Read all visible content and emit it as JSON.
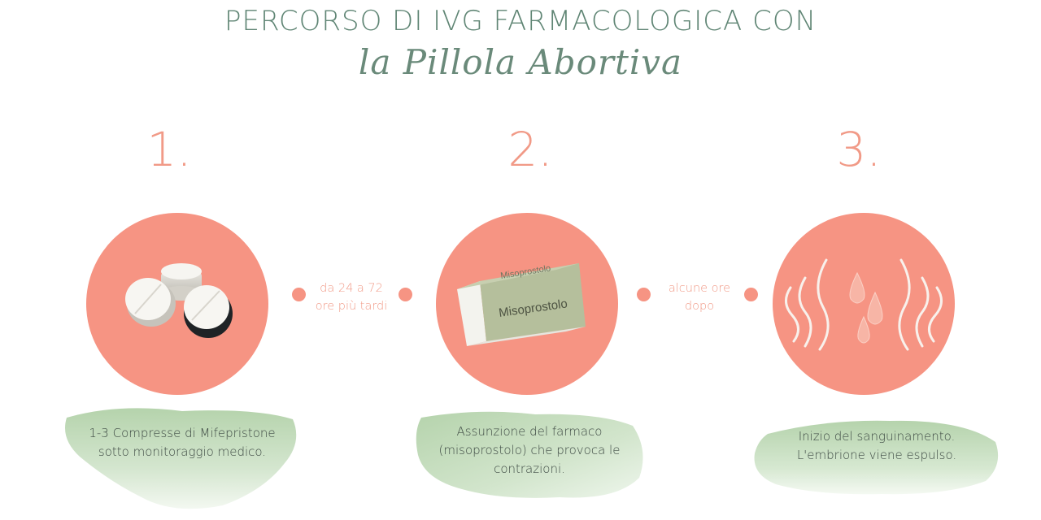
{
  "header": {
    "title": "PERCORSO DI IVG FARMACOLOGICA CON",
    "subtitle": "la Pillola Abortiva"
  },
  "steps": [
    {
      "number": "1.",
      "lines": [
        "1-3 Compresse di Mifepristone",
        "sotto monitoraggio medico."
      ]
    },
    {
      "number": "2.",
      "lines": [
        "Assunzione del farmaco",
        "(misoprostolo) che provoca le",
        "contrazioni."
      ],
      "box_label": "Misoprostolo",
      "box_top_label": "Misoprostolo"
    },
    {
      "number": "3.",
      "lines": [
        "Inizio del sanguinamento.",
        "L'embrione viene espulso."
      ]
    }
  ],
  "connectors": [
    {
      "lines": [
        "da 24 a 72",
        "ore più tardi"
      ]
    },
    {
      "lines": [
        "alcune ore",
        "dopo"
      ]
    }
  ],
  "colors": {
    "title": "#5f8574",
    "accent": "#f69483",
    "accent_text": "#f19a87",
    "blob_green": "#b9d6b0",
    "box_green": "#b5bf9c"
  },
  "icons": [
    "pills-icon",
    "medicine-box-icon",
    "bleeding-drops-icon"
  ]
}
